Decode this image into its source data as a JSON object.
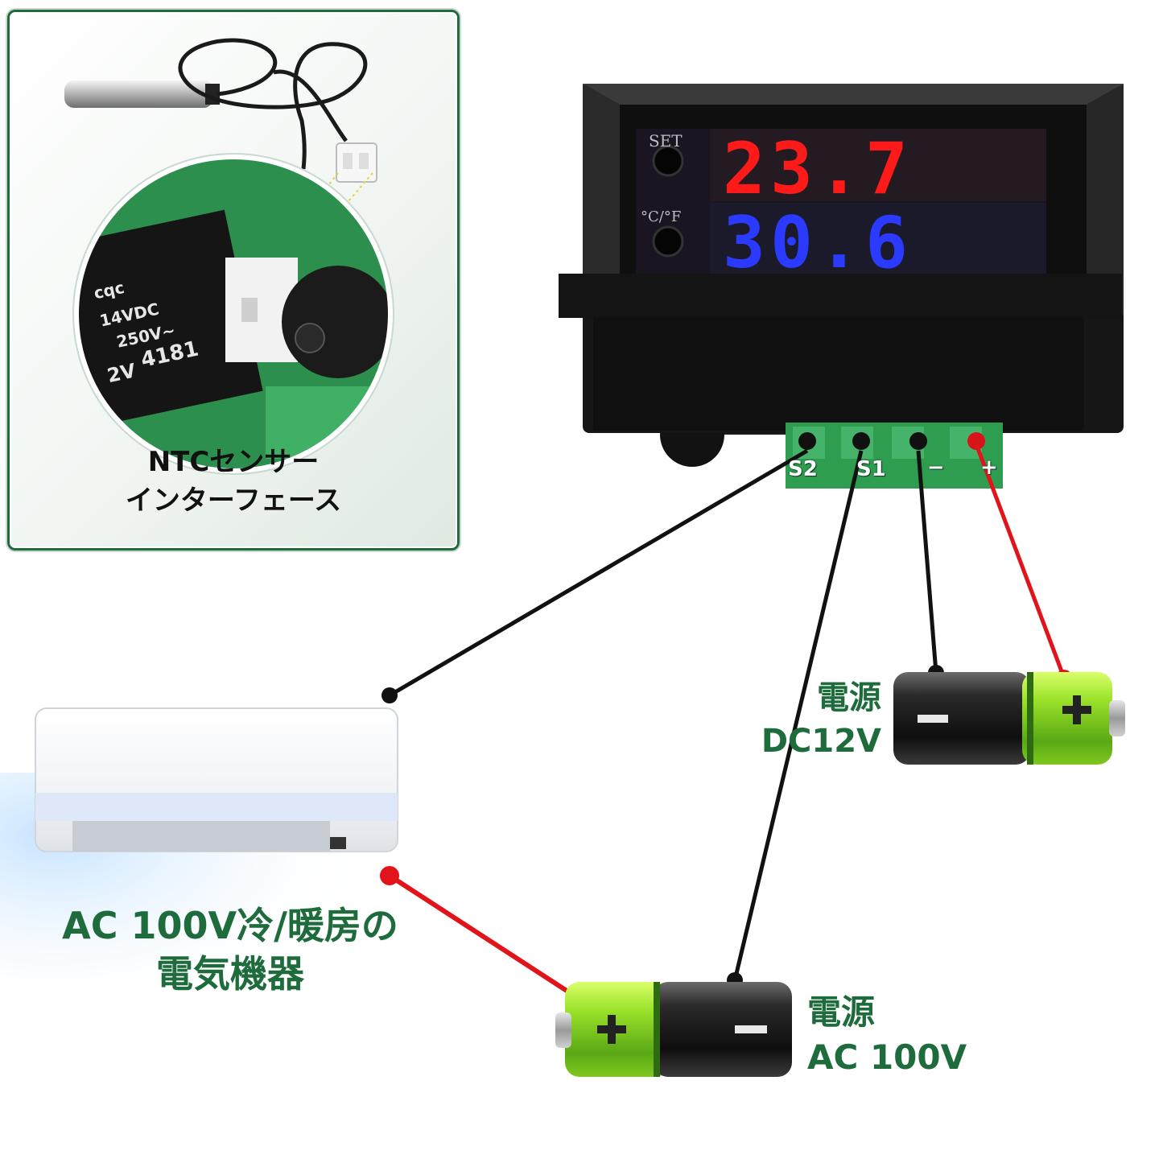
{
  "inset": {
    "caption_line1": "NTCセンサー",
    "caption_line2": "インターフェース",
    "relay_line1": "14VDC",
    "relay_line2": "250V~",
    "relay_line3": "4181",
    "relay_line4": "2V",
    "relay_logo": "cqc"
  },
  "controller": {
    "display_top": "23.7",
    "display_bottom": "30.6",
    "button_top_label": "SET",
    "button_bottom_label": "°C/°F",
    "terminals": [
      "S2",
      "S1",
      "−",
      "+"
    ]
  },
  "labels": {
    "appliance_line1": "AC 100V冷/暖房の",
    "appliance_line2": "電気機器",
    "dc_supply_line1": "電源",
    "dc_supply_line2": "DC12V",
    "ac_supply_line1": "電源",
    "ac_supply_line2": "AC 100V"
  },
  "colors": {
    "label_green": "#1e6b3c",
    "panel_border": "#1f6b3f",
    "display_red": "#ff1a1a",
    "display_blue": "#2a3bff",
    "wire_red": "#e0141a",
    "wire_black": "#111111"
  }
}
